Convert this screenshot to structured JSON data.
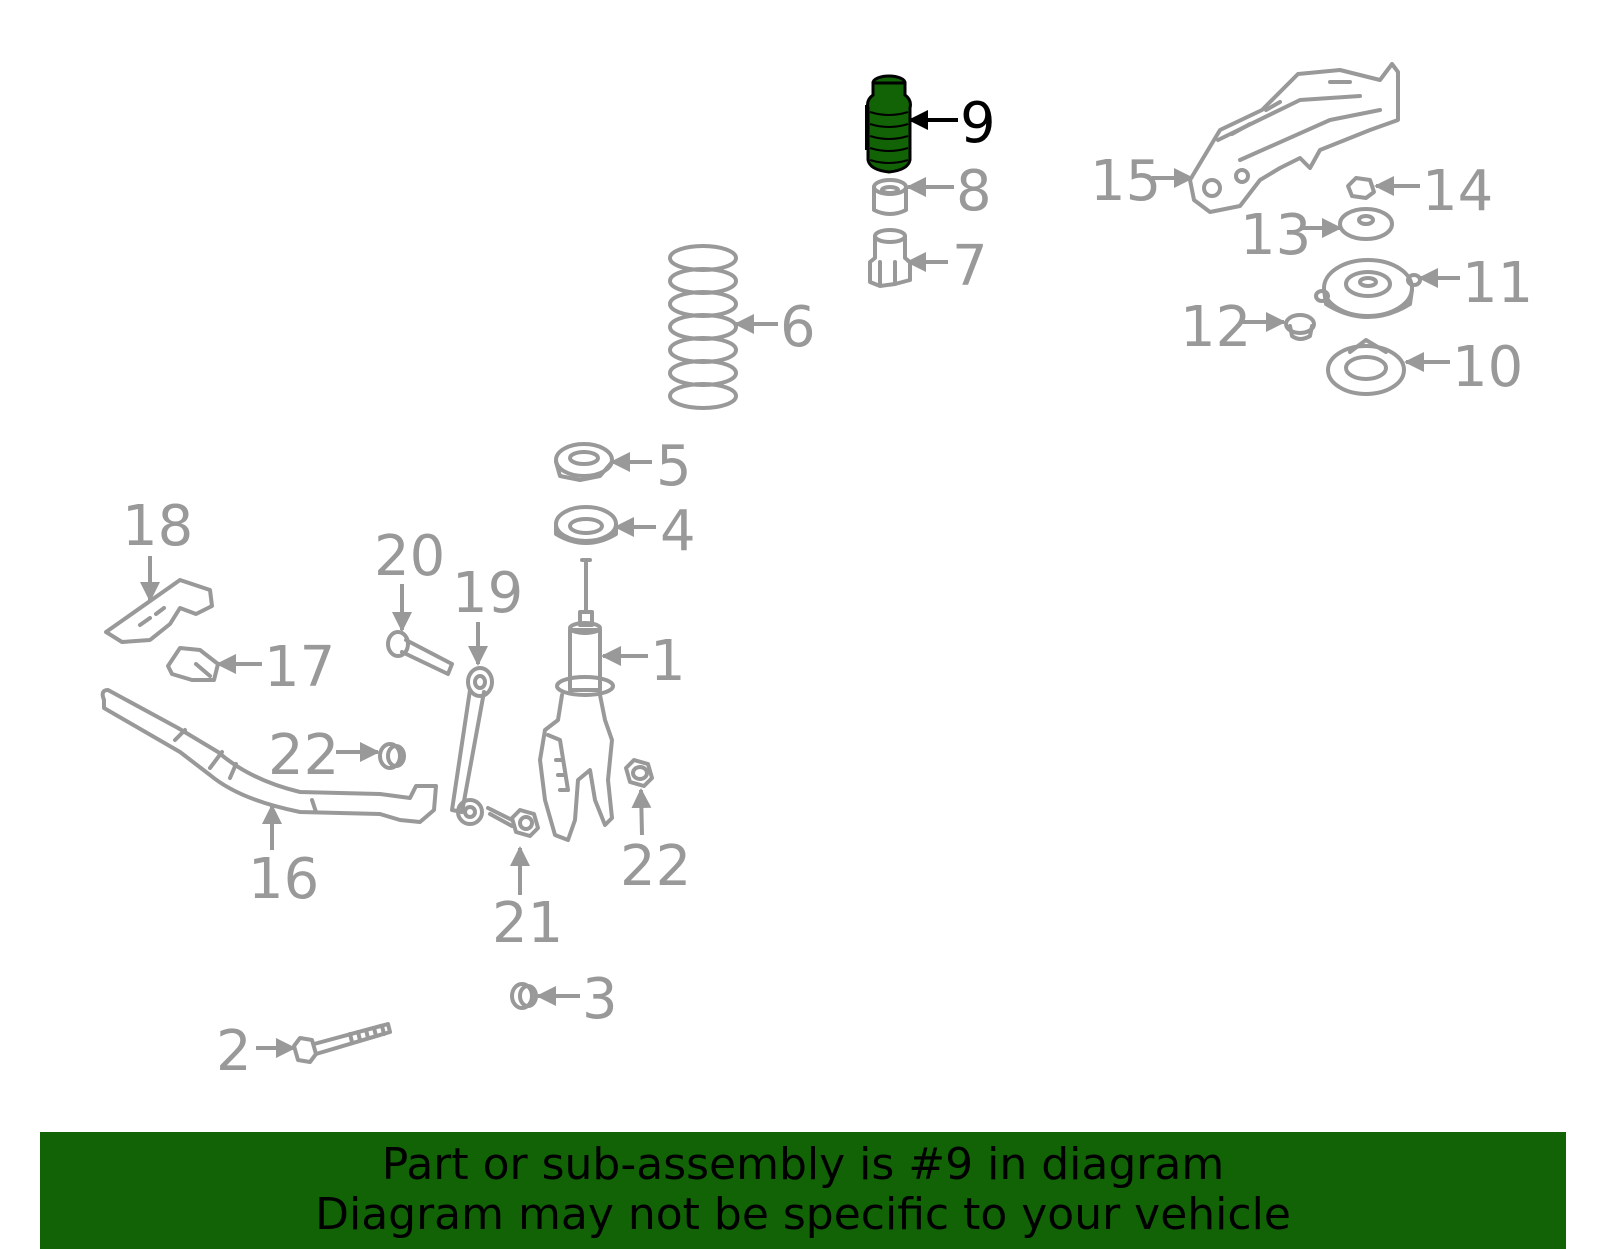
{
  "diagram": {
    "highlight_color": "#116306",
    "label_color": "#999999",
    "highlight_label_color": "#000000",
    "labels": [
      {
        "id": "1",
        "text": "1"
      },
      {
        "id": "2",
        "text": "2"
      },
      {
        "id": "3",
        "text": "3"
      },
      {
        "id": "4",
        "text": "4"
      },
      {
        "id": "5",
        "text": "5"
      },
      {
        "id": "6",
        "text": "6"
      },
      {
        "id": "7",
        "text": "7"
      },
      {
        "id": "8",
        "text": "8"
      },
      {
        "id": "9",
        "text": "9"
      },
      {
        "id": "10",
        "text": "10"
      },
      {
        "id": "11",
        "text": "11"
      },
      {
        "id": "12",
        "text": "12"
      },
      {
        "id": "13",
        "text": "13"
      },
      {
        "id": "14",
        "text": "14"
      },
      {
        "id": "15",
        "text": "15"
      },
      {
        "id": "16",
        "text": "16"
      },
      {
        "id": "17",
        "text": "17"
      },
      {
        "id": "18",
        "text": "18"
      },
      {
        "id": "19",
        "text": "19"
      },
      {
        "id": "20",
        "text": "20"
      },
      {
        "id": "21",
        "text": "21"
      },
      {
        "id": "22a",
        "text": "22"
      },
      {
        "id": "22b",
        "text": "22"
      }
    ]
  },
  "banner": {
    "line1": "Part or sub-assembly is #9 in diagram",
    "line2": "Diagram may not be specific to your vehicle",
    "background": "#116306"
  }
}
